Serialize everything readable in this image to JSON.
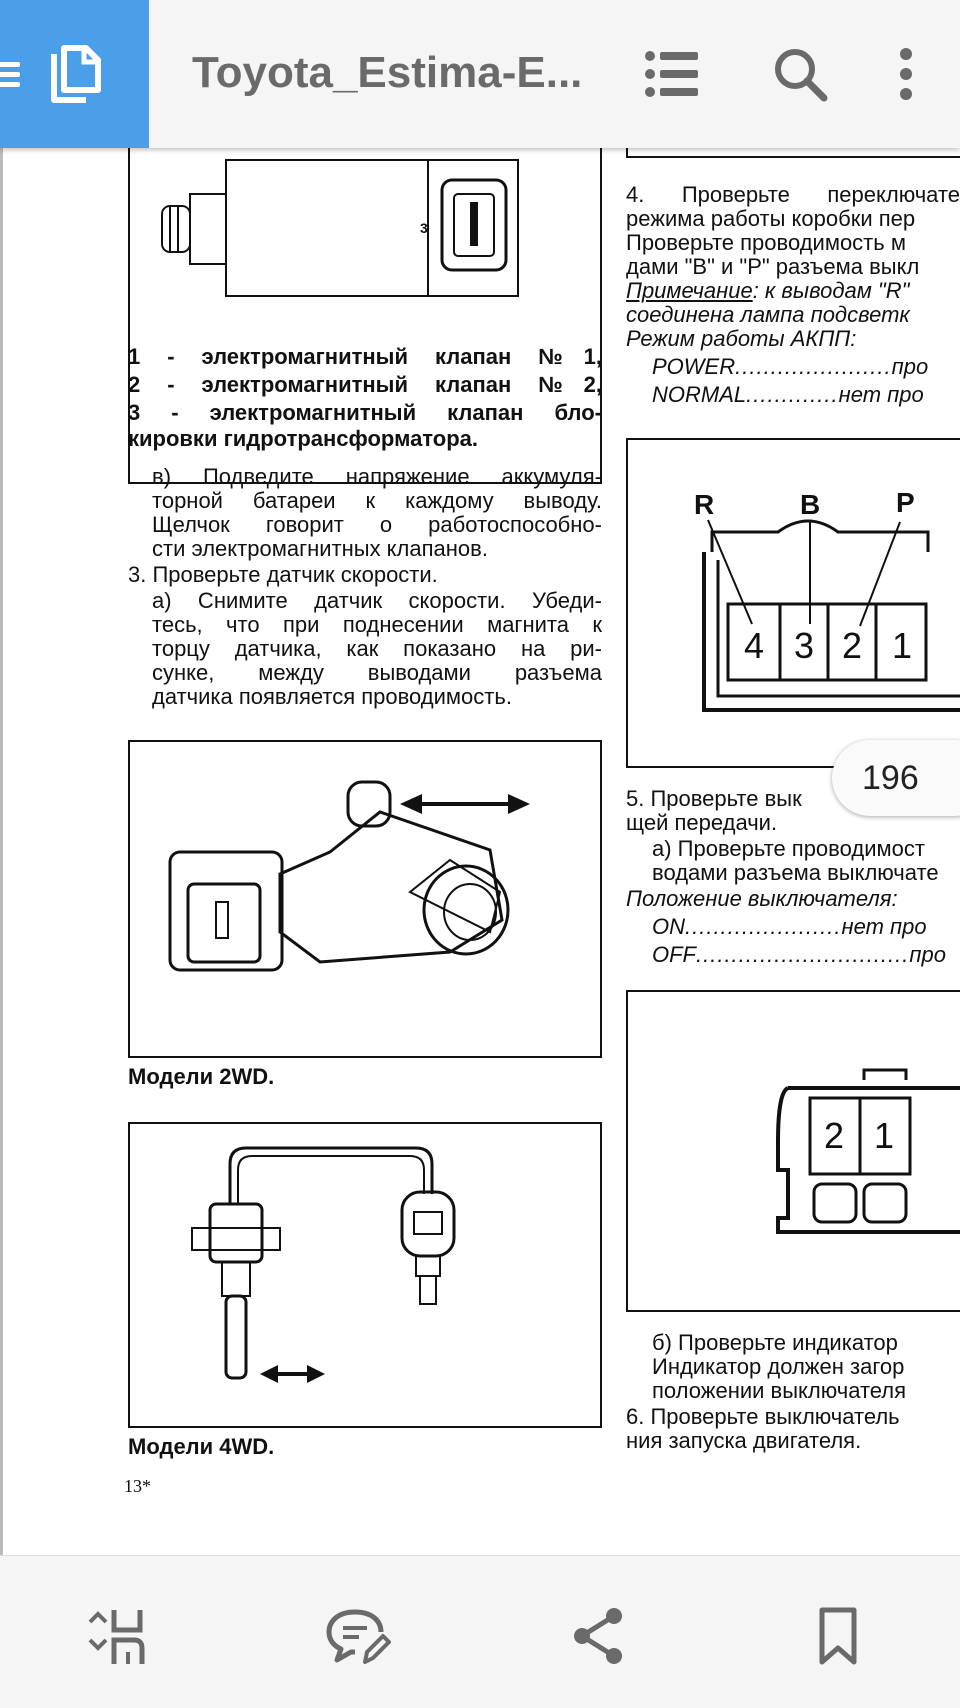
{
  "app": {
    "title": "Toyota_Estima-E...",
    "icons": [
      "menu-icon",
      "pages-icon",
      "list-icon",
      "search-icon",
      "more-vert-icon"
    ]
  },
  "page": {
    "badge": "196",
    "footer_mark": "13*",
    "left": {
      "fig1_label": "3",
      "legend": [
        "1  -  электромагнитный  клапан  №1,",
        "2  -  электромагнитный  клапан  №2,",
        "3 - электромагнитный клапан бло-",
        "кировки гидротрансформатора."
      ],
      "para_v": [
        "в) Подведите напряжение аккумуля-",
        "торной  батареи  к  каждому  выводу.",
        "Щелчок говорит о работоспособно-",
        "сти электромагнитных клапанов."
      ],
      "step3": "3. Проверьте датчик скорости.",
      "para_a": [
        "а) Снимите датчик скорости. Убеди-",
        "тесь, что при поднесении магнита к",
        "торцу датчика, как показано на ри-",
        "сунке,   между   выводами   разъема",
        "датчика появляется проводимость."
      ],
      "caption_2wd": "Модели 2WD.",
      "caption_4wd": "Модели 4WD."
    },
    "right": {
      "step4": [
        "4.  Проверьте  переключате",
        "режима работы коробки пер",
        "Проверьте  проводимость  м",
        "дами \"В\" и \"Р\" разъема выкл"
      ],
      "note_label": "Примечание",
      "note_rest": ": к выводам \"R\"",
      "note_line2": "соединена лампа подсветк",
      "mode_title": "Режим работы АКПП:",
      "modes": [
        {
          "name": "POWER",
          "dots": "......................",
          "value": "про"
        },
        {
          "name": "NORMAL",
          "dots": ".............",
          "value": "нет  про"
        }
      ],
      "fig_letters": [
        "R",
        "B",
        "P"
      ],
      "fig_pins": [
        "4",
        "3",
        "2",
        "1"
      ],
      "step5": [
        "5.  Проверьте  вык",
        "щей передачи."
      ],
      "para_a": [
        "а) Проверьте проводимост",
        "водами разъема выключате"
      ],
      "pos_title": "Положение выключателя:",
      "positions": [
        {
          "name": "ON",
          "dots": "......................",
          "value": "нет  про"
        },
        {
          "name": "OFF",
          "dots": "..............................",
          "value": "про"
        }
      ],
      "fig2_pins": [
        "2",
        "1"
      ],
      "para_b": [
        "б)  Проверьте  индикатор",
        "Индикатор  должен  загор",
        "положении  выключателя"
      ],
      "step6": [
        "6.  Проверьте  выключатель",
        "ния запуска двигателя."
      ]
    }
  },
  "bottom": {
    "icons": [
      "crop-icon",
      "comment-edit-icon",
      "share-icon",
      "bookmark-icon"
    ]
  }
}
